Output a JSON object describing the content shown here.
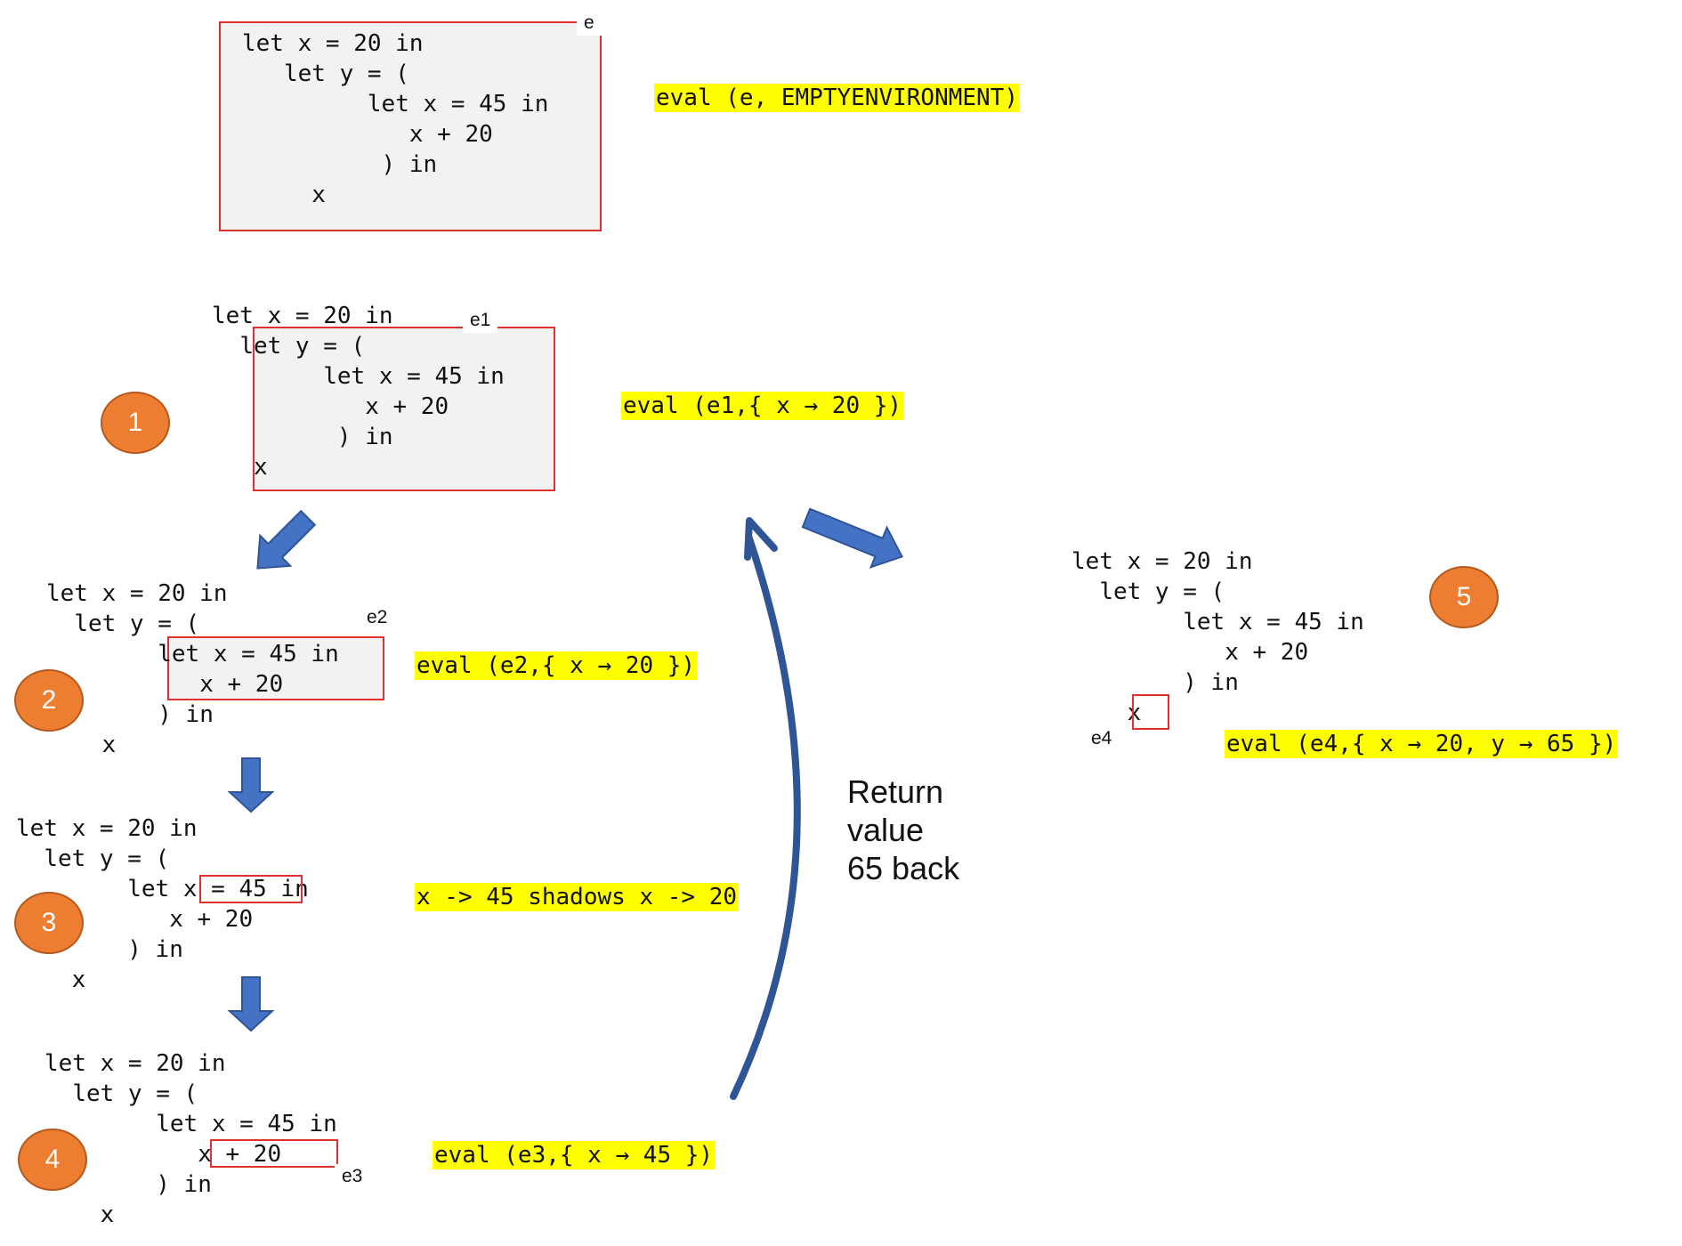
{
  "code_lines": [
    "let x = 20 in",
    "let y = (",
    "let x = 45 in",
    "x + 20",
    ") in",
    "x"
  ],
  "labels": {
    "e": "e",
    "e1": "e1",
    "e2": "e2",
    "e3": "e3",
    "e4": "e4"
  },
  "calls": {
    "top": "eval (e, EMPTYENVIRONMENT)",
    "step1": "eval (e1,{ x → 20 })",
    "step2": "eval (e2,{ x → 20 })",
    "step3": "x -> 45 shadows x -> 20",
    "step4": "eval (e3,{ x → 45 })",
    "step5": "eval (e4,{ x → 20, y → 65 })"
  },
  "steps": [
    "1",
    "2",
    "3",
    "4",
    "5"
  ],
  "return_note": "Return\nvalue\n65 back",
  "colors": {
    "highlight": "#ffff00",
    "badge": "#ed7d31",
    "arrow": "#4472c4",
    "curve_arrow": "#2f5597",
    "box_border": "#e03030",
    "box_fill": "#f2f2f2"
  },
  "icons": [
    "arrow-down-left-icon",
    "arrow-down-icon",
    "arrow-down-right-icon",
    "curved-return-arrow-icon"
  ]
}
